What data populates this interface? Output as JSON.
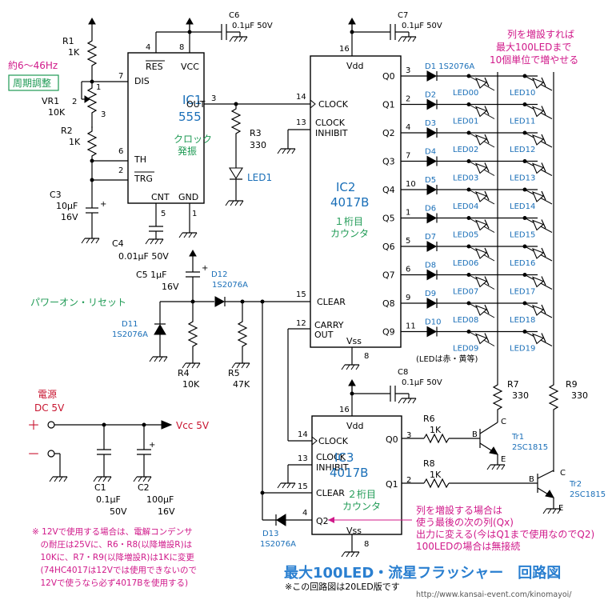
{
  "diagram": {
    "title": "最大100LED・流星フラッシャー　回路図",
    "subtitle": "※この回路図は20LED版です",
    "website": "http://www.kansai-event.com/kinomayoi/",
    "colors": {
      "blue": "#1a6fb8",
      "green": "#1e9a54",
      "magenta": "#d0198a",
      "red": "#c81530",
      "title_blue": "#2a7fd0"
    },
    "ic1": {
      "ref": "IC1",
      "part": "555",
      "role": "クロック\n発振",
      "pins": {
        "res": "RES",
        "vcc": "VCC",
        "dis": "DIS",
        "out": "OUT",
        "th": "TH",
        "trg": "TRG",
        "cnt": "CNT",
        "gnd": "GND"
      },
      "pin_numbers": [
        "4",
        "8",
        "7",
        "3",
        "6",
        "2",
        "5",
        "1"
      ]
    },
    "ic2": {
      "ref": "IC2",
      "part": "4017B",
      "role": "１桁目\nカウンタ",
      "pins": {
        "vdd": "Vdd",
        "clock": "CLOCK",
        "inhibit": "CLOCK\nINHIBIT",
        "clear": "CLEAR",
        "carry": "CARRY\nOUT",
        "vss": "Vss"
      },
      "pin_numbers": {
        "vdd": "16",
        "clock": "14",
        "inhibit": "13",
        "clear": "15",
        "carry": "12",
        "vss": "8"
      }
    },
    "ic3": {
      "ref": "IC3",
      "part": "4017B",
      "role": "２桁目\nカウンタ",
      "pins": {
        "vdd": "Vdd",
        "clock": "CLOCK",
        "inhibit": "CLOCK\nINHIBIT",
        "clear": "CLEAR",
        "q0": "Q0",
        "q1": "Q1",
        "q2": "Q2",
        "vss": "Vss"
      },
      "pin_numbers": {
        "vdd": "16",
        "clock": "14",
        "inhibit": "13",
        "clear": "15",
        "q0": "3",
        "q1": "2",
        "q2": "4",
        "vss": "8"
      }
    },
    "outputs": [
      {
        "q": "Q0",
        "pin": "3",
        "diode": "D1",
        "led_a": "LED00",
        "led_b": "LED10"
      },
      {
        "q": "Q1",
        "pin": "2",
        "diode": "D2",
        "led_a": "LED01",
        "led_b": "LED11"
      },
      {
        "q": "Q2",
        "pin": "4",
        "diode": "D3",
        "led_a": "LED02",
        "led_b": "LED12"
      },
      {
        "q": "Q3",
        "pin": "7",
        "diode": "D4",
        "led_a": "LED03",
        "led_b": "LED13"
      },
      {
        "q": "Q4",
        "pin": "10",
        "diode": "D5",
        "led_a": "LED04",
        "led_b": "LED14"
      },
      {
        "q": "Q5",
        "pin": "1",
        "diode": "D6",
        "led_a": "LED05",
        "led_b": "LED15"
      },
      {
        "q": "Q6",
        "pin": "5",
        "diode": "D7",
        "led_a": "LED06",
        "led_b": "LED16"
      },
      {
        "q": "Q7",
        "pin": "6",
        "diode": "D8",
        "led_a": "LED07",
        "led_b": "LED17"
      },
      {
        "q": "Q8",
        "pin": "9",
        "diode": "D9",
        "led_a": "LED08",
        "led_b": "LED18"
      },
      {
        "q": "Q9",
        "pin": "11",
        "diode": "D10",
        "led_a": "LED09",
        "led_b": "LED19"
      }
    ],
    "d1_part": "1S2076A",
    "labels": {
      "r1": "R1",
      "r1v": "1K",
      "vr1": "VR1",
      "vr1v": "10K",
      "r2": "R2",
      "r2v": "1K",
      "c3": "C3",
      "c3v": "10μF",
      "c3v2": "16V",
      "c4": "C4",
      "c4v": "0.01μF 50V",
      "c6": "C6",
      "c6v": "0.1μF 50V",
      "c7": "C7",
      "c7v": "0.1μF 50V",
      "c8": "C8",
      "c8v": "0.1μF 50V",
      "r3": "R3",
      "r3v": "330",
      "led1": "LED1",
      "c5": "C5 1μF",
      "c5v": "16V",
      "d12": "D12",
      "d12v": "1S2076A",
      "d11": "D11",
      "d11v": "1S2076A",
      "r4": "R4",
      "r4v": "10K",
      "r5": "R5",
      "r5v": "47K",
      "por": "パワーオン・リセット",
      "r6": "R6",
      "r6v": "1K",
      "r7": "R7",
      "r7v": "330",
      "r8": "R8",
      "r8v": "1K",
      "r9": "R9",
      "r9v": "330",
      "tr1": "Tr1",
      "tr1v": "2SC1815",
      "tr2": "Tr2",
      "tr2v": "2SC1815",
      "d13": "D13",
      "d13v": "1S2076A",
      "freq": "約6～46Hz",
      "period": "周期調整",
      "power": "電源",
      "dc": "DC 5V",
      "plus": "＋",
      "minus": "－",
      "vcc": "Vcc 5V",
      "c1": "C1",
      "c1v": "0.1μF",
      "c1v2": "50V",
      "c2": "C2",
      "c2v": "100μF",
      "c2v2": "16V",
      "led_color": "(LEDは赤・黄等)",
      "expand_note": [
        "列を増設すれば",
        "最大100LEDまで",
        "10個単位で増やせる"
      ],
      "col_note": [
        "列を増設する場合は",
        "使う最後の次の列(Qx)",
        "出力に変える(今はQ1まで使用なのでQ2)",
        "100LEDの場合は無接続"
      ],
      "note12v": [
        "※ 12Vで使用する場合は、電解コンデンサ",
        "　の耐圧は25Vに、R6・R8(以降増設R)は",
        "　10Kに、R7・R9(以降増設R)は1Kに変更",
        "　(74HC4017は12Vでは使用できないので",
        "　12Vで使うなら必ず4017Bを使用する)"
      ]
    }
  }
}
